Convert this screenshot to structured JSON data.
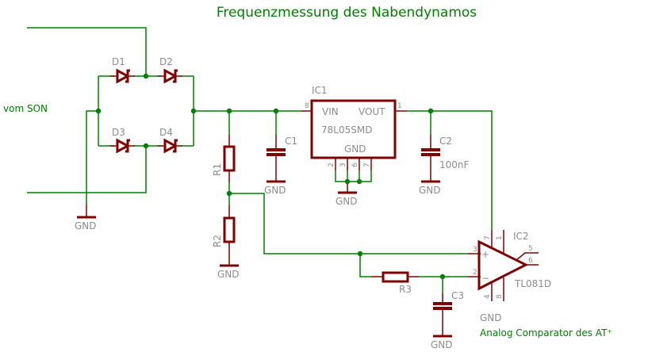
{
  "title": "Frequenzmessung des Nabendynamos",
  "input_label": "vom SON",
  "output_label": "Analog Comparator des AT⁺",
  "colors": {
    "wire": "#007f00",
    "part": "#800000",
    "label": "#8c8c8c",
    "text_green": "#008000",
    "background": "#ffffff"
  },
  "diodes": [
    {
      "name": "D1"
    },
    {
      "name": "D2"
    },
    {
      "name": "D3"
    },
    {
      "name": "D4"
    }
  ],
  "resistors": [
    {
      "name": "R1"
    },
    {
      "name": "R2"
    },
    {
      "name": "R3"
    }
  ],
  "capacitors": [
    {
      "name": "C1",
      "value": ""
    },
    {
      "name": "C2",
      "value": "100nF"
    },
    {
      "name": "C3",
      "value": ""
    }
  ],
  "ic1": {
    "name": "IC1",
    "part": "78L05SMD",
    "pin_vin": "VIN",
    "pin_vout": "VOUT",
    "pin_gnd": "GND",
    "pin_numbers": {
      "vin": "8",
      "vout": "1",
      "gnd": [
        "2",
        "3",
        "6",
        "7"
      ]
    }
  },
  "ic2": {
    "name": "IC2",
    "part": "TL081D",
    "plus": "+",
    "minus": "−",
    "pin_numbers": {
      "noninv": "3",
      "inv": "2",
      "vplus": "7",
      "pin1": "1",
      "pin5": "5",
      "out": "6",
      "vminus": "4",
      "pin8": "8"
    }
  },
  "gnd_label": "GND"
}
